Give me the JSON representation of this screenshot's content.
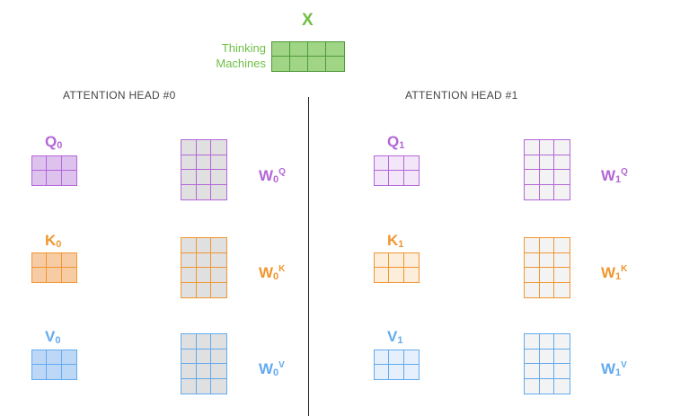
{
  "input": {
    "symbol": "X",
    "words": [
      "Thinking",
      "Machines"
    ],
    "color": "#70bf45",
    "fill": "#9fd585"
  },
  "heads": [
    {
      "title": "ATTENTION HEAD #0",
      "q_label": "Q",
      "q_sub": "0",
      "k_label": "K",
      "k_sub": "0",
      "v_label": "V",
      "v_sub": "0",
      "wq_label": "W",
      "wq_sub": "0",
      "wq_sup": "Q",
      "wk_label": "W",
      "wk_sub": "0",
      "wk_sup": "K",
      "wv_label": "W",
      "wv_sub": "0",
      "wv_sup": "V"
    },
    {
      "title": "ATTENTION HEAD #1",
      "q_label": "Q",
      "q_sub": "1",
      "k_label": "K",
      "k_sub": "1",
      "v_label": "V",
      "v_sub": "1",
      "wq_label": "W",
      "wq_sub": "1",
      "wq_sup": "Q",
      "wk_label": "W",
      "wk_sub": "1",
      "wk_sup": "K",
      "wv_label": "W",
      "wv_sub": "1",
      "wv_sup": "V"
    }
  ],
  "colors": {
    "q": "#b366d9",
    "k": "#f0962f",
    "v": "#62aaef",
    "head0": {
      "q_fill": "#ddc2ee",
      "k_fill": "#f7cba3",
      "v_fill": "#bcd8f6",
      "w_fill": "#e0e0e0"
    },
    "head1": {
      "q_fill": "#f3e6f8",
      "k_fill": "#fdeddb",
      "v_fill": "#e5f0fc",
      "w_fill": "#f3f3f3"
    }
  }
}
